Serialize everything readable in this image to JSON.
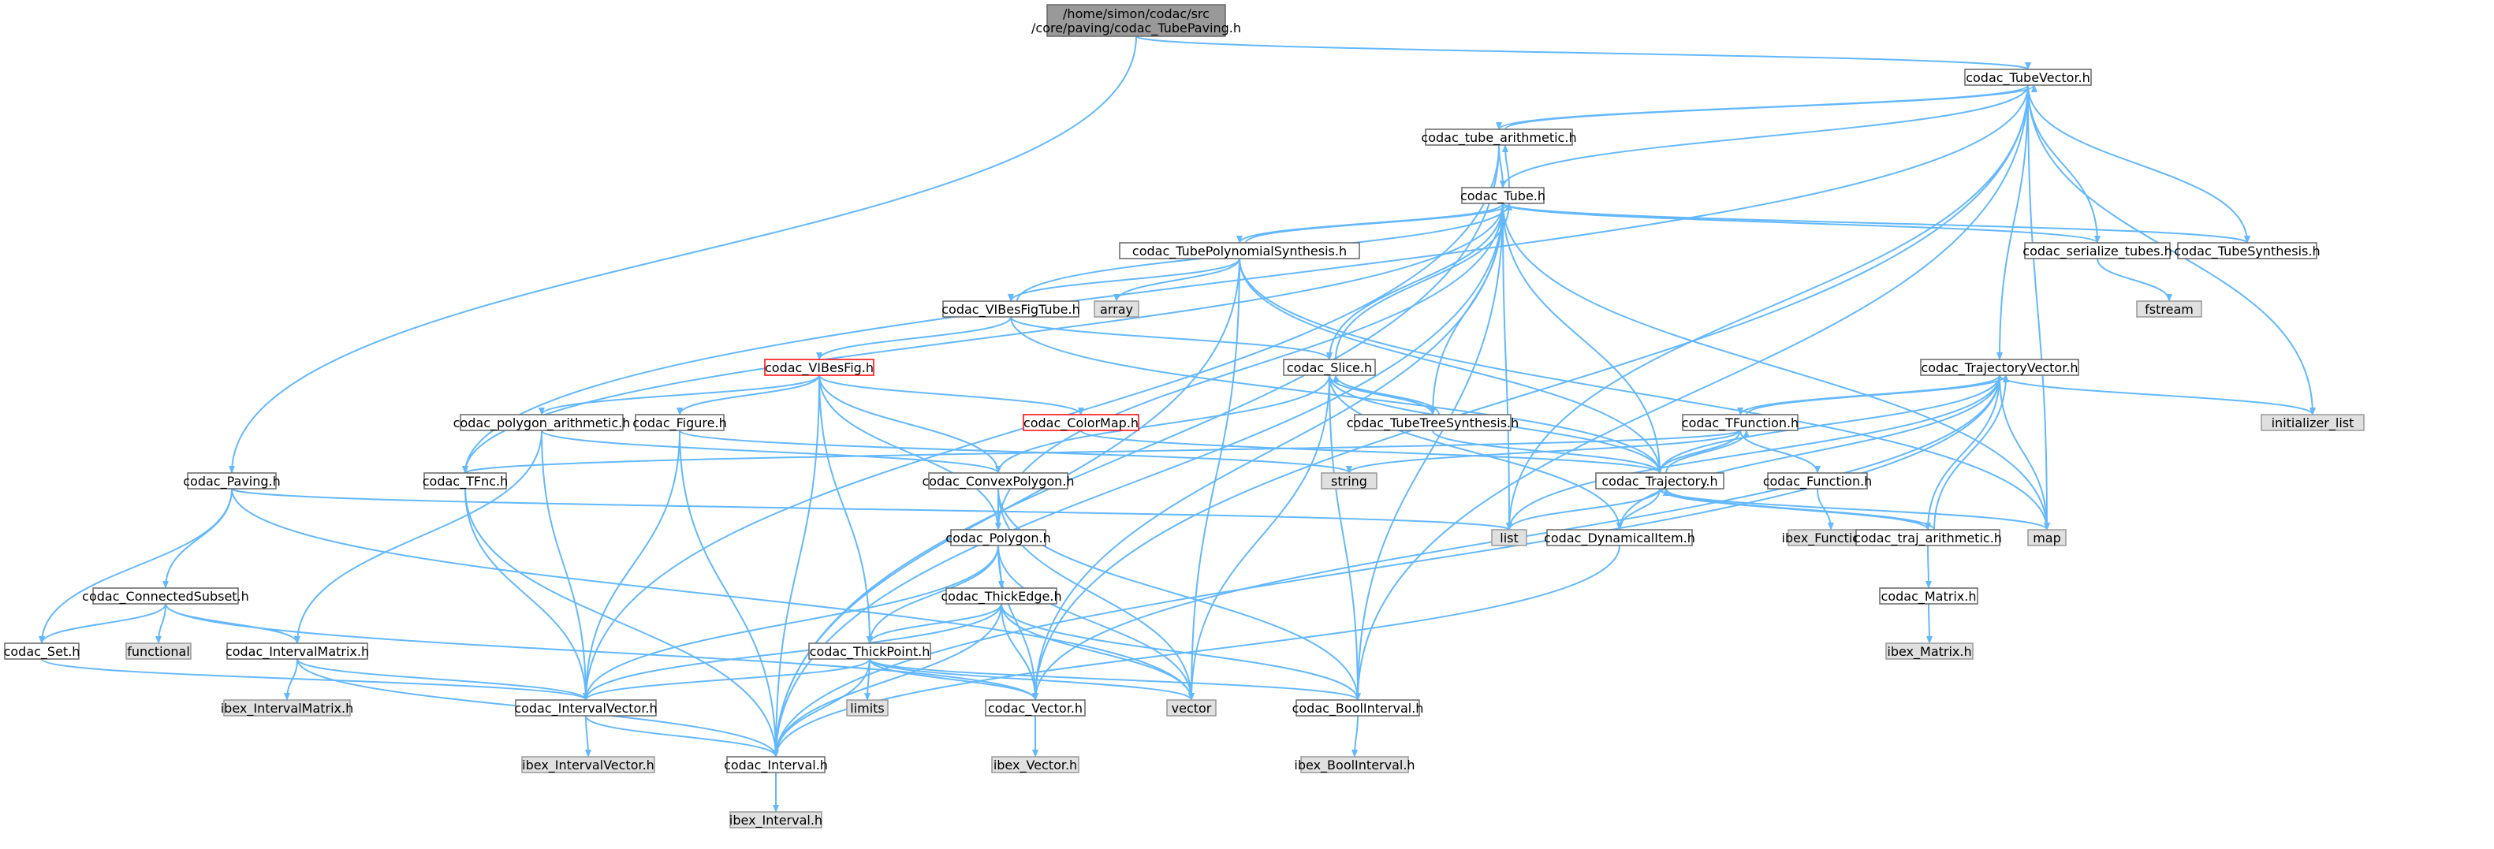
{
  "colors": {
    "edge": "#63b8ff",
    "root_fill": "#999999",
    "root_stroke": "#666666",
    "node_fill": "#ffffff",
    "node_stroke": "#666666",
    "external_fill": "#e0e0e0",
    "external_stroke": "#999999",
    "truncated_stroke": "#ff0000",
    "text": "#000000"
  },
  "nodes": [
    {
      "id": "root",
      "label": [
        "/home/simon/codac/src",
        "/core/paving/codac_TubePaving.h"
      ],
      "kind": "root"
    },
    {
      "id": "tubevector",
      "label": [
        "codac_TubeVector.h"
      ],
      "kind": "file"
    },
    {
      "id": "tubearith",
      "label": [
        "codac_tube_arithmetic.h"
      ],
      "kind": "file"
    },
    {
      "id": "tube",
      "label": [
        "codac_Tube.h"
      ],
      "kind": "file"
    },
    {
      "id": "tubepoly",
      "label": [
        "codac_TubePolynomialSynthesis.h"
      ],
      "kind": "file"
    },
    {
      "id": "serialize",
      "label": [
        "codac_serialize_tubes.h"
      ],
      "kind": "file"
    },
    {
      "id": "tubesynth",
      "label": [
        "codac_TubeSynthesis.h"
      ],
      "kind": "file"
    },
    {
      "id": "fstream",
      "label": [
        "fstream"
      ],
      "kind": "external"
    },
    {
      "id": "array",
      "label": [
        "array"
      ],
      "kind": "external"
    },
    {
      "id": "vibesfigtube",
      "label": [
        "codac_VIBesFigTube.h"
      ],
      "kind": "file"
    },
    {
      "id": "vibesfig",
      "label": [
        "codac_VIBesFig.h"
      ],
      "kind": "truncated"
    },
    {
      "id": "slice",
      "label": [
        "codac_Slice.h"
      ],
      "kind": "file"
    },
    {
      "id": "trajvector",
      "label": [
        "codac_TrajectoryVector.h"
      ],
      "kind": "file"
    },
    {
      "id": "initlist",
      "label": [
        "initializer_list"
      ],
      "kind": "external"
    },
    {
      "id": "polyarith",
      "label": [
        "codac_polygon_arithmetic.h"
      ],
      "kind": "file"
    },
    {
      "id": "figure",
      "label": [
        "codac_Figure.h"
      ],
      "kind": "file"
    },
    {
      "id": "colormap",
      "label": [
        "codac_ColorMap.h"
      ],
      "kind": "truncated"
    },
    {
      "id": "tubetree",
      "label": [
        "codac_TubeTreeSynthesis.h"
      ],
      "kind": "file"
    },
    {
      "id": "tfunction",
      "label": [
        "codac_TFunction.h"
      ],
      "kind": "file"
    },
    {
      "id": "paving",
      "label": [
        "codac_Paving.h"
      ],
      "kind": "file"
    },
    {
      "id": "tfnc",
      "label": [
        "codac_TFnc.h"
      ],
      "kind": "file"
    },
    {
      "id": "convexpoly",
      "label": [
        "codac_ConvexPolygon.h"
      ],
      "kind": "file"
    },
    {
      "id": "string",
      "label": [
        "string"
      ],
      "kind": "external"
    },
    {
      "id": "trajectory",
      "label": [
        "codac_Trajectory.h"
      ],
      "kind": "file"
    },
    {
      "id": "function",
      "label": [
        "codac_Function.h"
      ],
      "kind": "file"
    },
    {
      "id": "polygon",
      "label": [
        "codac_Polygon.h"
      ],
      "kind": "file"
    },
    {
      "id": "list",
      "label": [
        "list"
      ],
      "kind": "external"
    },
    {
      "id": "dynitem",
      "label": [
        "codac_DynamicalItem.h"
      ],
      "kind": "file"
    },
    {
      "id": "ibexfunction",
      "label": [
        "ibex_Function.h"
      ],
      "kind": "external"
    },
    {
      "id": "trajarith",
      "label": [
        "codac_traj_arithmetic.h"
      ],
      "kind": "file"
    },
    {
      "id": "map",
      "label": [
        "map"
      ],
      "kind": "external"
    },
    {
      "id": "connected",
      "label": [
        "codac_ConnectedSubset.h"
      ],
      "kind": "file"
    },
    {
      "id": "thickedge",
      "label": [
        "codac_ThickEdge.h"
      ],
      "kind": "file"
    },
    {
      "id": "matrix",
      "label": [
        "codac_Matrix.h"
      ],
      "kind": "file"
    },
    {
      "id": "functional",
      "label": [
        "functional"
      ],
      "kind": "external"
    },
    {
      "id": "set",
      "label": [
        "codac_Set.h"
      ],
      "kind": "file"
    },
    {
      "id": "ivmatrix",
      "label": [
        "codac_IntervalMatrix.h"
      ],
      "kind": "file"
    },
    {
      "id": "thickpoint",
      "label": [
        "codac_ThickPoint.h"
      ],
      "kind": "file"
    },
    {
      "id": "ibexmatrix",
      "label": [
        "ibex_Matrix.h"
      ],
      "kind": "external"
    },
    {
      "id": "ibexivmatrix",
      "label": [
        "ibex_IntervalMatrix.h"
      ],
      "kind": "external"
    },
    {
      "id": "limits",
      "label": [
        "limits"
      ],
      "kind": "external"
    },
    {
      "id": "ivvector",
      "label": [
        "codac_IntervalVector.h"
      ],
      "kind": "file"
    },
    {
      "id": "vector",
      "label": [
        "codac_Vector.h"
      ],
      "kind": "file"
    },
    {
      "id": "stdvector",
      "label": [
        "vector"
      ],
      "kind": "external"
    },
    {
      "id": "boolinterval",
      "label": [
        "codac_BoolInterval.h"
      ],
      "kind": "file"
    },
    {
      "id": "ibexivvector",
      "label": [
        "ibex_IntervalVector.h"
      ],
      "kind": "external"
    },
    {
      "id": "interval",
      "label": [
        "codac_Interval.h"
      ],
      "kind": "file"
    },
    {
      "id": "ibexvector",
      "label": [
        "ibex_Vector.h"
      ],
      "kind": "external"
    },
    {
      "id": "ibexbool",
      "label": [
        "ibex_BoolInterval.h"
      ],
      "kind": "external"
    },
    {
      "id": "ibexinterval",
      "label": [
        "ibex_Interval.h"
      ],
      "kind": "external"
    }
  ],
  "edges": [
    [
      "root",
      "tubevector"
    ],
    [
      "root",
      "paving"
    ],
    [
      "tubevector",
      "tubearith"
    ],
    [
      "tubevector",
      "tube"
    ],
    [
      "tubevector",
      "trajvector"
    ],
    [
      "tubevector",
      "serialize"
    ],
    [
      "tubevector",
      "tubesynth"
    ],
    [
      "tubevector",
      "initlist"
    ],
    [
      "tubevector",
      "list"
    ],
    [
      "tubevector",
      "map"
    ],
    [
      "tubevector",
      "tfnc"
    ],
    [
      "tubevector",
      "vector"
    ],
    [
      "tubevector",
      "boolinterval"
    ],
    [
      "tubearith",
      "tube"
    ],
    [
      "tubearith",
      "tubevector"
    ],
    [
      "tubearith",
      "ivvector"
    ],
    [
      "tubearith",
      "interval"
    ],
    [
      "tube",
      "tubearith"
    ],
    [
      "tube",
      "tubepoly"
    ],
    [
      "tube",
      "slice"
    ],
    [
      "tube",
      "serialize"
    ],
    [
      "tube",
      "tubesynth"
    ],
    [
      "tube",
      "tubetree"
    ],
    [
      "tube",
      "trajectory"
    ],
    [
      "tube",
      "tfnc"
    ],
    [
      "tube",
      "polygon"
    ],
    [
      "tube",
      "list"
    ],
    [
      "tube",
      "map"
    ],
    [
      "tube",
      "vector"
    ],
    [
      "tube",
      "boolinterval"
    ],
    [
      "tube",
      "interval"
    ],
    [
      "tubepoly",
      "tube"
    ],
    [
      "tubepoly",
      "array"
    ],
    [
      "tubepoly",
      "vibesfigtube"
    ],
    [
      "tubepoly",
      "trajectory"
    ],
    [
      "tubepoly",
      "map"
    ],
    [
      "tubepoly",
      "stdvector"
    ],
    [
      "tubepoly",
      "interval"
    ],
    [
      "serialize",
      "fstream"
    ],
    [
      "vibesfigtube",
      "tube"
    ],
    [
      "vibesfigtube",
      "vibesfig"
    ],
    [
      "vibesfigtube",
      "slice"
    ],
    [
      "vibesfigtube",
      "trajectory"
    ],
    [
      "vibesfig",
      "polyarith"
    ],
    [
      "vibesfig",
      "figure"
    ],
    [
      "vibesfig",
      "colormap"
    ],
    [
      "vibesfig",
      "convexpoly"
    ],
    [
      "vibesfig",
      "polygon"
    ],
    [
      "vibesfig",
      "thickpoint"
    ],
    [
      "vibesfig",
      "interval"
    ],
    [
      "slice",
      "tube"
    ],
    [
      "slice",
      "tubetree"
    ],
    [
      "slice",
      "convexpoly"
    ],
    [
      "slice",
      "trajectory"
    ],
    [
      "slice",
      "dynitem"
    ],
    [
      "slice",
      "boolinterval"
    ],
    [
      "slice",
      "stdvector"
    ],
    [
      "tubetree",
      "slice"
    ],
    [
      "tubetree",
      "trajectory"
    ],
    [
      "trajvector",
      "tfunction"
    ],
    [
      "trajvector",
      "trajectory"
    ],
    [
      "trajvector",
      "trajarith"
    ],
    [
      "trajvector",
      "initlist"
    ],
    [
      "trajvector",
      "list"
    ],
    [
      "trajvector",
      "map"
    ],
    [
      "trajvector",
      "dynitem"
    ],
    [
      "trajvector",
      "vector"
    ],
    [
      "trajvector",
      "interval"
    ],
    [
      "tfunction",
      "trajvector"
    ],
    [
      "tfunction",
      "trajectory"
    ],
    [
      "tfunction",
      "function"
    ],
    [
      "tfunction",
      "tfnc"
    ],
    [
      "tfunction",
      "string"
    ],
    [
      "polyarith",
      "convexpoly"
    ],
    [
      "polyarith",
      "ivvector"
    ],
    [
      "polyarith",
      "ivmatrix"
    ],
    [
      "figure",
      "string"
    ],
    [
      "figure",
      "ivvector"
    ],
    [
      "figure",
      "interval"
    ],
    [
      "colormap",
      "trajectory"
    ],
    [
      "paving",
      "set"
    ],
    [
      "paving",
      "connected"
    ],
    [
      "paving",
      "list"
    ],
    [
      "paving",
      "stdvector"
    ],
    [
      "tfnc",
      "ivvector"
    ],
    [
      "tfnc",
      "interval"
    ],
    [
      "convexpoly",
      "polygon"
    ],
    [
      "convexpoly",
      "stdvector"
    ],
    [
      "convexpoly",
      "boolinterval"
    ],
    [
      "trajectory",
      "tfunction"
    ],
    [
      "trajectory",
      "trajarith"
    ],
    [
      "trajectory",
      "list"
    ],
    [
      "trajectory",
      "map"
    ],
    [
      "trajectory",
      "dynitem"
    ],
    [
      "function",
      "ibexfunction"
    ],
    [
      "polygon",
      "thickedge"
    ],
    [
      "polygon",
      "thickpoint"
    ],
    [
      "polygon",
      "ivvector"
    ],
    [
      "polygon",
      "vector"
    ],
    [
      "polygon",
      "stdvector"
    ],
    [
      "dynitem",
      "interval"
    ],
    [
      "trajarith",
      "trajvector"
    ],
    [
      "trajarith",
      "trajectory"
    ],
    [
      "trajarith",
      "matrix"
    ],
    [
      "connected",
      "set"
    ],
    [
      "connected",
      "functional"
    ],
    [
      "connected",
      "ivmatrix"
    ],
    [
      "connected",
      "vector"
    ],
    [
      "thickedge",
      "thickpoint"
    ],
    [
      "thickedge",
      "ivvector"
    ],
    [
      "thickedge",
      "vector"
    ],
    [
      "thickedge",
      "stdvector"
    ],
    [
      "thickedge",
      "boolinterval"
    ],
    [
      "thickedge",
      "interval"
    ],
    [
      "matrix",
      "ibexmatrix"
    ],
    [
      "set",
      "ivvector"
    ],
    [
      "ivmatrix",
      "ibexivmatrix"
    ],
    [
      "ivmatrix",
      "ivvector"
    ],
    [
      "ivmatrix",
      "interval"
    ],
    [
      "thickpoint",
      "limits"
    ],
    [
      "thickpoint",
      "ivvector"
    ],
    [
      "thickpoint",
      "vector"
    ],
    [
      "thickpoint",
      "stdvector"
    ],
    [
      "thickpoint",
      "boolinterval"
    ],
    [
      "thickpoint",
      "interval"
    ],
    [
      "ivvector",
      "ibexivvector"
    ],
    [
      "ivvector",
      "interval"
    ],
    [
      "vector",
      "ibexvector"
    ],
    [
      "boolinterval",
      "ibexbool"
    ],
    [
      "interval",
      "ibexinterval"
    ]
  ]
}
